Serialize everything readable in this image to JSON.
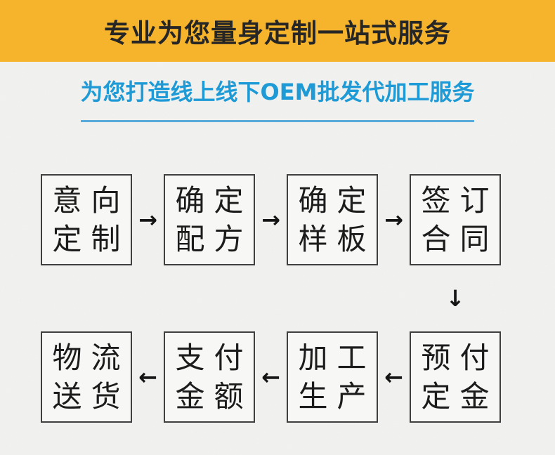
{
  "banner": {
    "title": "专业为您量身定制一站式服务",
    "bg_color": "#f6b42d",
    "text_color": "#262626"
  },
  "subtitle": {
    "text": "为您打造线上线下OEM批发代加工服务",
    "color": "#1e9ad6",
    "underline_color": "#58aadb"
  },
  "flow": {
    "row1": [
      {
        "line1": "意向",
        "line2": "定制"
      },
      {
        "line1": "确定",
        "line2": "配方"
      },
      {
        "line1": "确定",
        "line2": "样板"
      },
      {
        "line1": "签订",
        "line2": "合同"
      }
    ],
    "row2": [
      {
        "line1": "物流",
        "line2": "送货"
      },
      {
        "line1": "支付",
        "line2": "金额"
      },
      {
        "line1": "加工",
        "line2": "生产"
      },
      {
        "line1": "预付",
        "line2": "定金"
      }
    ],
    "icons": {
      "arrow_right": "→",
      "arrow_left": "←",
      "arrow_down": "↓"
    }
  },
  "colors": {
    "page_background": "#f2f2f0",
    "box_border": "#3f3f3f",
    "box_text": "#1c1c1c",
    "arrow": "#141414"
  }
}
